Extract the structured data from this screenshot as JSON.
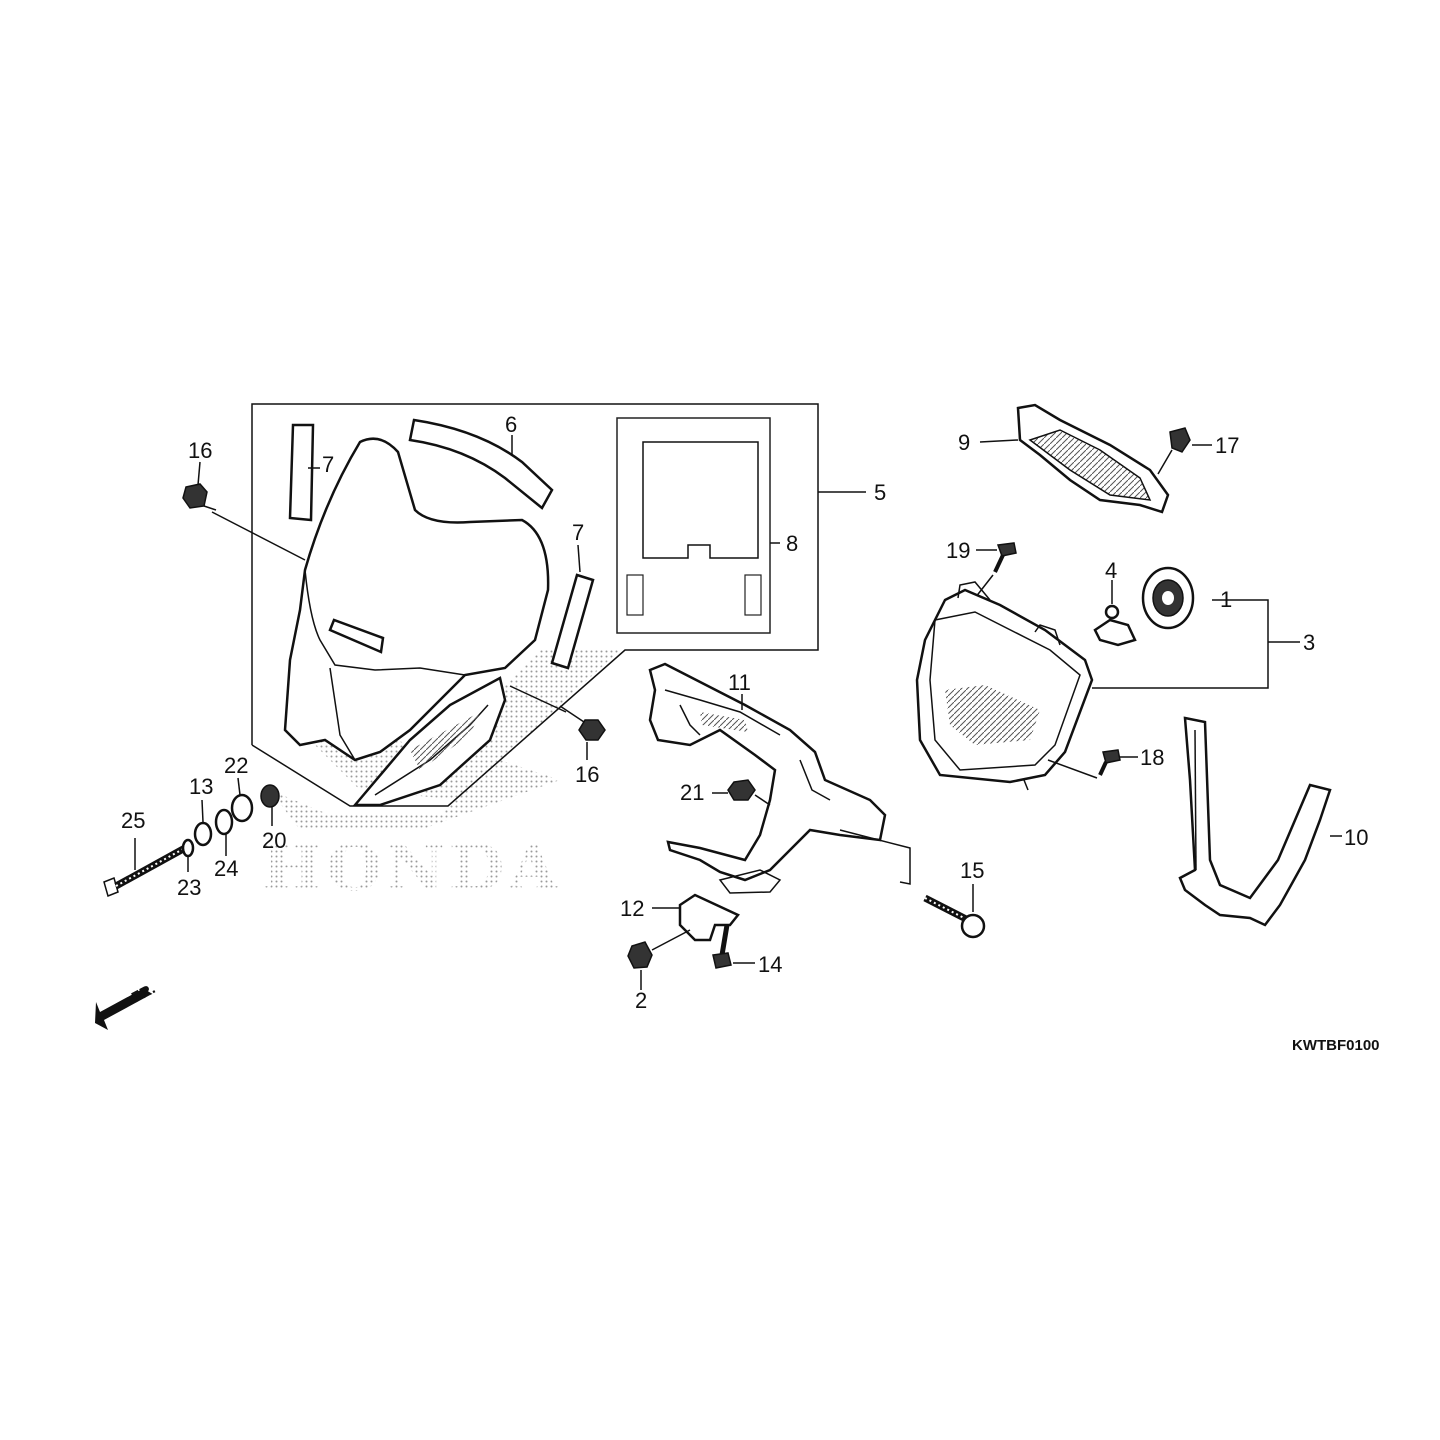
{
  "diagram": {
    "drawing_code": "KWTBF0100",
    "front_marker": "FR.",
    "watermark": "HONDA",
    "callouts": {
      "c1": "1",
      "c2": "2",
      "c3": "3",
      "c4": "4",
      "c5": "5",
      "c6": "6",
      "c7a": "7",
      "c7b": "7",
      "c8": "8",
      "c9": "9",
      "c10": "10",
      "c11": "11",
      "c12": "12",
      "c13": "13",
      "c14": "14",
      "c15": "15",
      "c16a": "16",
      "c16b": "16",
      "c17": "17",
      "c18": "18",
      "c19": "19",
      "c20": "20",
      "c21": "21",
      "c22": "22",
      "c23": "23",
      "c24": "24",
      "c25": "25"
    }
  }
}
